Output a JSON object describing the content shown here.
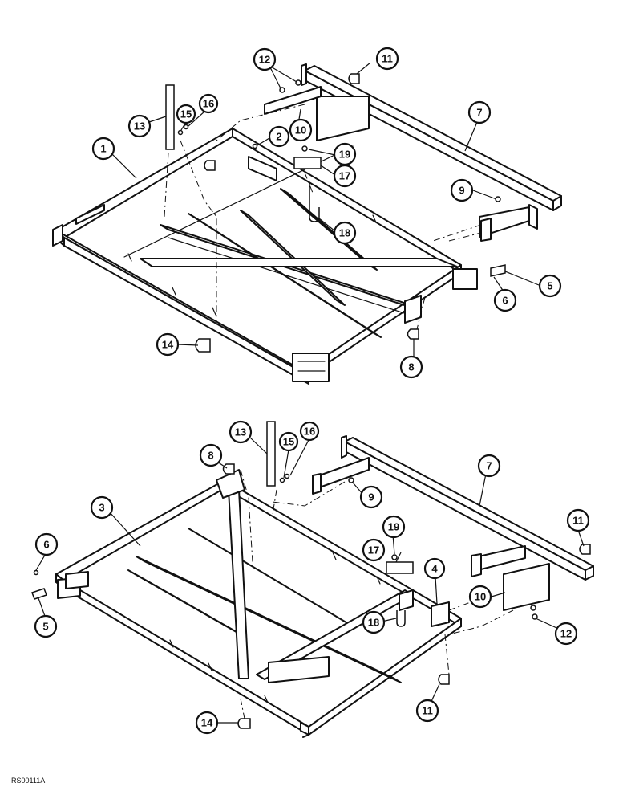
{
  "figure_id": "RS00111A",
  "top_assembly": {
    "callouts": [
      "1",
      "2",
      "5",
      "6",
      "7",
      "8",
      "9",
      "10",
      "11",
      "12",
      "13",
      "14",
      "15",
      "16",
      "17",
      "18",
      "19"
    ]
  },
  "bottom_assembly": {
    "callouts": [
      "3",
      "4",
      "5",
      "6",
      "7",
      "8",
      "9",
      "10",
      "11",
      "12",
      "13",
      "14",
      "15",
      "16",
      "17",
      "18",
      "19"
    ]
  }
}
